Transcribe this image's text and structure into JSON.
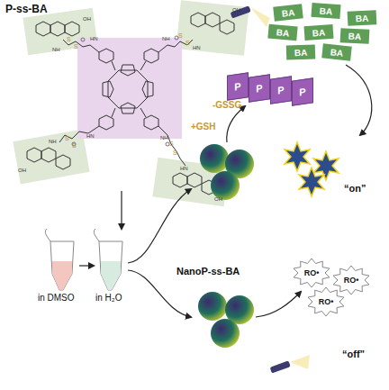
{
  "diagram": {
    "nodes": [
      {
        "text": [
          "BA"
        ]
      },
      {
        "text": [
          "BA"
        ]
      },
      {
        "text": [
          "BA"
        ]
      },
      {
        "text": [
          "BA"
        ]
      },
      {
        "text": [
          "BA"
        ]
      },
      {
        "text": [
          "BA"
        ]
      },
      {
        "text": [
          "BA"
        ]
      },
      {
        "text": [
          "BA"
        ]
      },
      {
        "text": [
          "P"
        ]
      },
      {
        "text": [
          "P"
        ]
      },
      {
        "text": [
          "P"
        ]
      },
      {
        "text": [
          "P"
        ]
      },
      {
        "text": [
          "RO•"
        ]
      },
      {
        "text": [
          "RO•"
        ]
      },
      {
        "text": [
          "RO•"
        ]
      }
    ],
    "labels": [
      "P-ss-BA",
      "in DMSO",
      "in H₂O",
      "NanoP-ss-BA",
      "+GSH",
      "-GSSG",
      "“on”",
      "“off”",
      "S",
      "S",
      "S",
      "S",
      "S",
      "S",
      "S",
      "S",
      "HN",
      "NH",
      "HN",
      "NH",
      "NH",
      "HN",
      "NH",
      "HN",
      "OH",
      "OH",
      "OH",
      "OH"
    ]
  }
}
